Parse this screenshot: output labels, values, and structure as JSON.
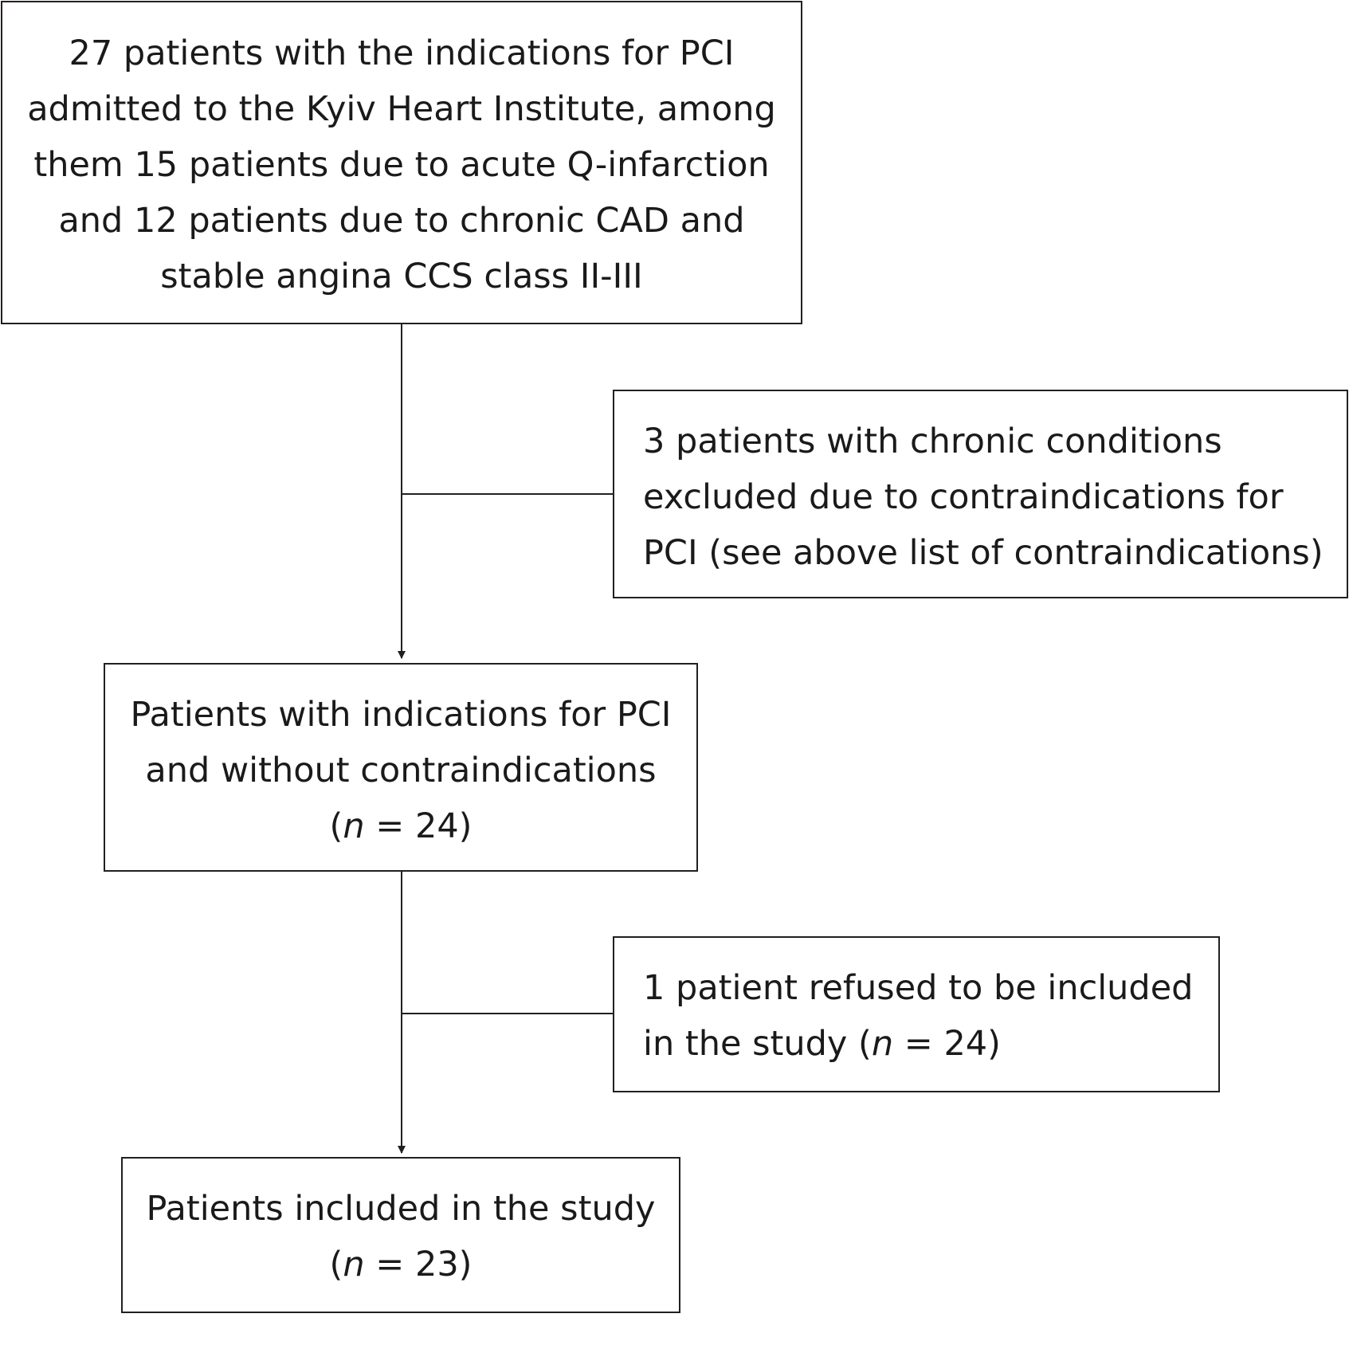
{
  "flowchart": {
    "initial_box": {
      "lines": [
        "27 patients with the indications for PCI",
        "admitted to the Kyiv Heart Institute, among",
        "them 15 patients due to acute Q-infarction",
        "and 12 patients due to chronic CAD and",
        "stable angina CCS class II-III"
      ]
    },
    "exclusion_box_1": {
      "lines": [
        "3 patients with chronic conditions",
        "excluded due to contraindications for",
        "PCI (see above list of contraindications)"
      ]
    },
    "eligible_box": {
      "lines": [
        "Patients with indications for PCI",
        "and without contraindications"
      ],
      "count_open": "(",
      "count_var": "n",
      "count_rest": " = 24)"
    },
    "exclusion_box_2": {
      "line1": "1 patient refused to be included",
      "line2_prefix": "in the study (",
      "line2_var": "n",
      "line2_rest": " = 24)"
    },
    "included_box": {
      "line1": "Patients included in the study",
      "count_open": "(",
      "count_var": "n",
      "count_rest": " = 23)"
    }
  }
}
